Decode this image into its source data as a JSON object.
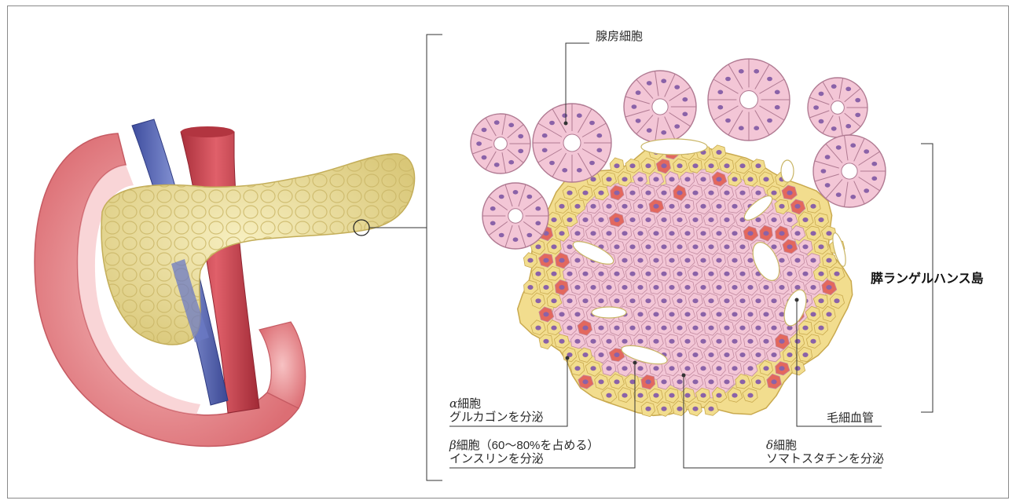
{
  "labels": {
    "acinar_cell": "腺房細胞",
    "islet": "膵ランゲルハンス島",
    "alpha_symbol": "α",
    "alpha_name": "細胞",
    "alpha_desc": "グルカゴンを分泌",
    "beta_symbol": "β",
    "beta_name": "細胞（60〜80%を占める）",
    "beta_desc": "インスリンを分泌",
    "delta_symbol": "δ",
    "delta_name": "細胞",
    "delta_desc": "ソマトスタチンを分泌",
    "capillary": "毛細血管"
  },
  "colors": {
    "pancreas": "#ecdf9c",
    "duodenum": "#e5868a",
    "artery": "#c8434e",
    "vein": "#5565b8",
    "beta_cell": "#f3c6d6",
    "alpha_cell": "#f2dd8e",
    "delta_cell": "#e3685e",
    "nucleus": "#8a62a8",
    "line": "#333333"
  }
}
